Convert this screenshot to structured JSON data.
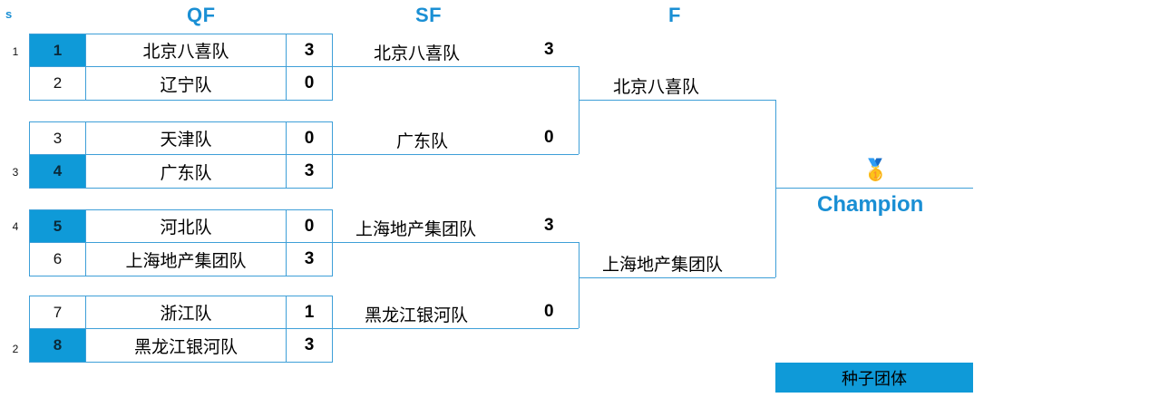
{
  "headers": {
    "seed_col": "s",
    "qf": "QF",
    "sf": "SF",
    "f": "F"
  },
  "qf_matches": [
    {
      "seed_label": "1",
      "rows": [
        {
          "num": "1",
          "team": "北京八喜队",
          "score": "3",
          "seeded": true
        },
        {
          "num": "2",
          "team": "辽宁队",
          "score": "0",
          "seeded": false
        }
      ]
    },
    {
      "seed_label": "3",
      "rows": [
        {
          "num": "3",
          "team": "天津队",
          "score": "0",
          "seeded": false
        },
        {
          "num": "4",
          "team": "广东队",
          "score": "3",
          "seeded": true
        }
      ]
    },
    {
      "seed_label": "4",
      "rows": [
        {
          "num": "5",
          "team": "河北队",
          "score": "0",
          "seeded": true
        },
        {
          "num": "6",
          "team": "上海地产集团队",
          "score": "3",
          "seeded": false
        }
      ]
    },
    {
      "seed_label": "2",
      "rows": [
        {
          "num": "7",
          "team": "浙江队",
          "score": "1",
          "seeded": false
        },
        {
          "num": "8",
          "team": "黑龙江银河队",
          "score": "3",
          "seeded": true
        }
      ]
    }
  ],
  "sf_matches": [
    {
      "team": "北京八喜队",
      "score": "3"
    },
    {
      "team": "广东队",
      "score": "0"
    },
    {
      "team": "上海地产集团队",
      "score": "3"
    },
    {
      "team": "黑龙江银河队",
      "score": "0"
    }
  ],
  "final_matches": [
    {
      "team": "北京八喜队"
    },
    {
      "team": "上海地产集团队"
    }
  ],
  "champion": {
    "medal_icon": "🥇",
    "label": "Champion"
  },
  "legend": {
    "label": "种子团体"
  },
  "colors": {
    "accent_blue": "#1a8fd4",
    "line_blue": "#3e9fd8",
    "seed_fill": "#0f9ad8"
  }
}
